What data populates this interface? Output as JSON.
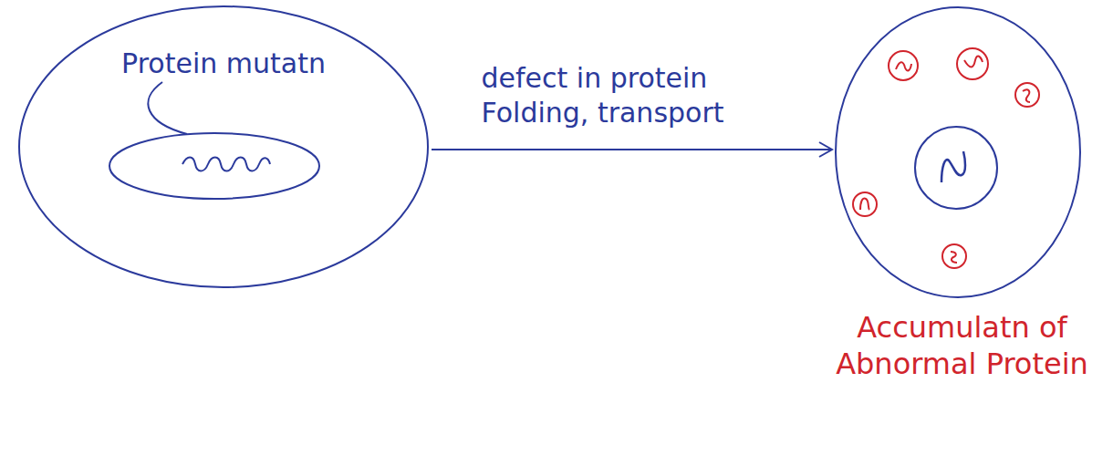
{
  "diagram": {
    "nodes": [
      {
        "text": [
          "Protein mutatn"
        ]
      },
      {
        "text": [
          "Accumulatn of Abnormal Protein"
        ]
      }
    ],
    "edges": [
      {
        "from": 0,
        "to": 1,
        "arrow": "to",
        "label": "defect in protein Folding, transport"
      }
    ]
  }
}
